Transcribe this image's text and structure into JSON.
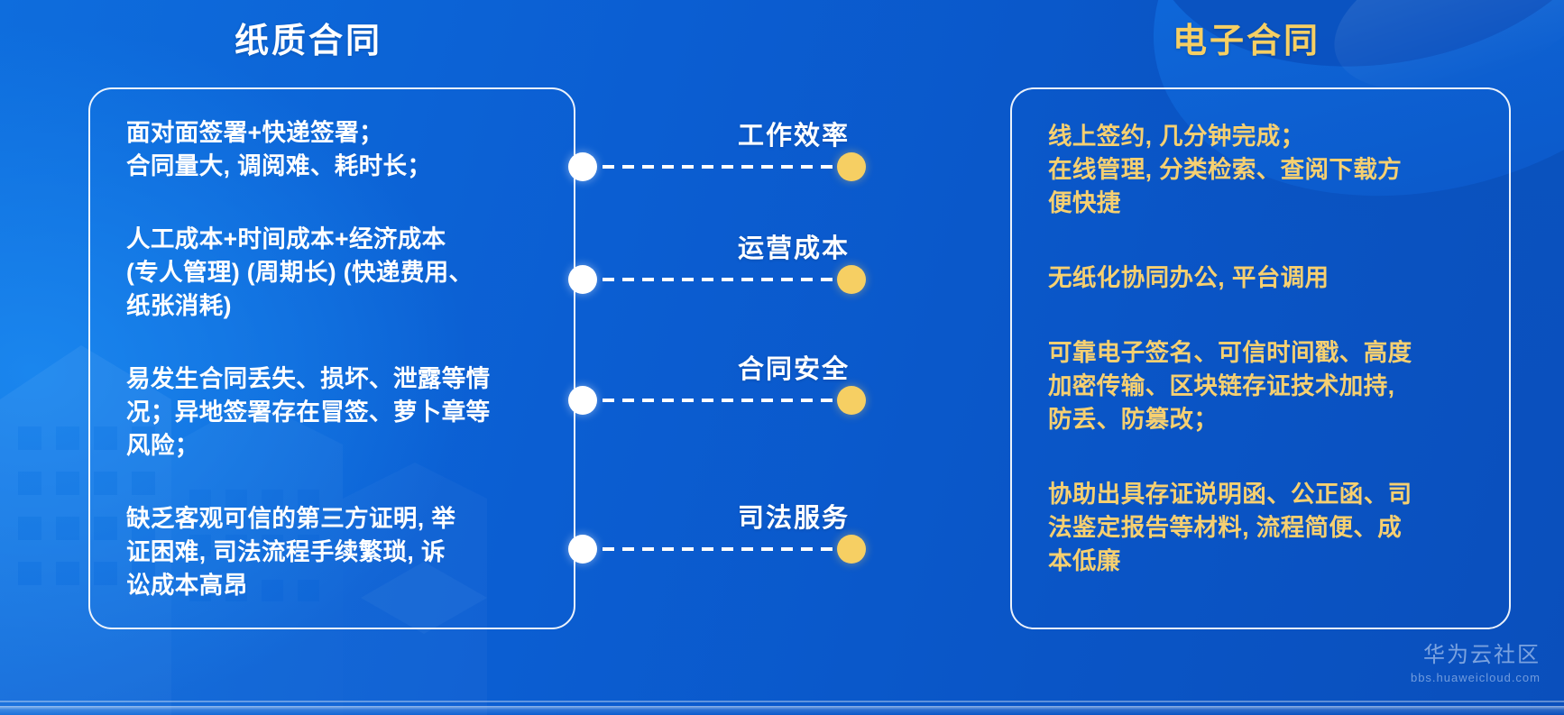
{
  "headings": {
    "left": "纸质合同",
    "right": "电子合同"
  },
  "colors": {
    "background_blue": "#0b5fd0",
    "accent_gold": "#f6cf63",
    "text_white": "#ffffff"
  },
  "left_card": {
    "blocks": [
      {
        "lines": [
          "面对面签署+快递签署；",
          "合同量大, 调阅难、耗时长；"
        ]
      },
      {
        "lines": [
          " 人工成本+时间成本+经济成本",
          "(专人管理) (周期长) (快递费用、",
          "纸张消耗)"
        ]
      },
      {
        "lines": [
          "易发生合同丢失、损坏、泄露等情",
          "况；异地签署存在冒签、萝卜章等",
          "风险；"
        ]
      },
      {
        "lines": [
          "缺乏客观可信的第三方证明, 举",
          "证困难, 司法流程手续繁琐, 诉",
          "讼成本高昂"
        ]
      }
    ]
  },
  "right_card": {
    "blocks": [
      {
        "lines": [
          "线上签约, 几分钟完成；",
          "在线管理, 分类检索、查阅下载方",
          "便快捷"
        ]
      },
      {
        "lines": [
          "无纸化协同办公, 平台调用"
        ]
      },
      {
        "lines": [
          "可靠电子签名、可信时间戳、高度",
          "加密传输、区块链存证技术加持,",
          "防丢、防篡改；"
        ]
      },
      {
        "lines": [
          "协助出具存证说明函、公正函、司",
          "法鉴定报告等材料, 流程简便、成",
          "本低廉"
        ]
      }
    ]
  },
  "connectors": [
    {
      "label": "工作效率",
      "left_dot": "white-dot",
      "right_dot": "gold-dot"
    },
    {
      "label": "运营成本",
      "left_dot": "white-dot",
      "right_dot": "gold-dot"
    },
    {
      "label": "合同安全",
      "left_dot": "white-dot",
      "right_dot": "gold-dot"
    },
    {
      "label": "司法服务",
      "left_dot": "white-dot",
      "right_dot": "gold-dot"
    }
  ],
  "watermark": {
    "main": "华为云社区",
    "sub": "bbs.huaweicloud.com"
  }
}
